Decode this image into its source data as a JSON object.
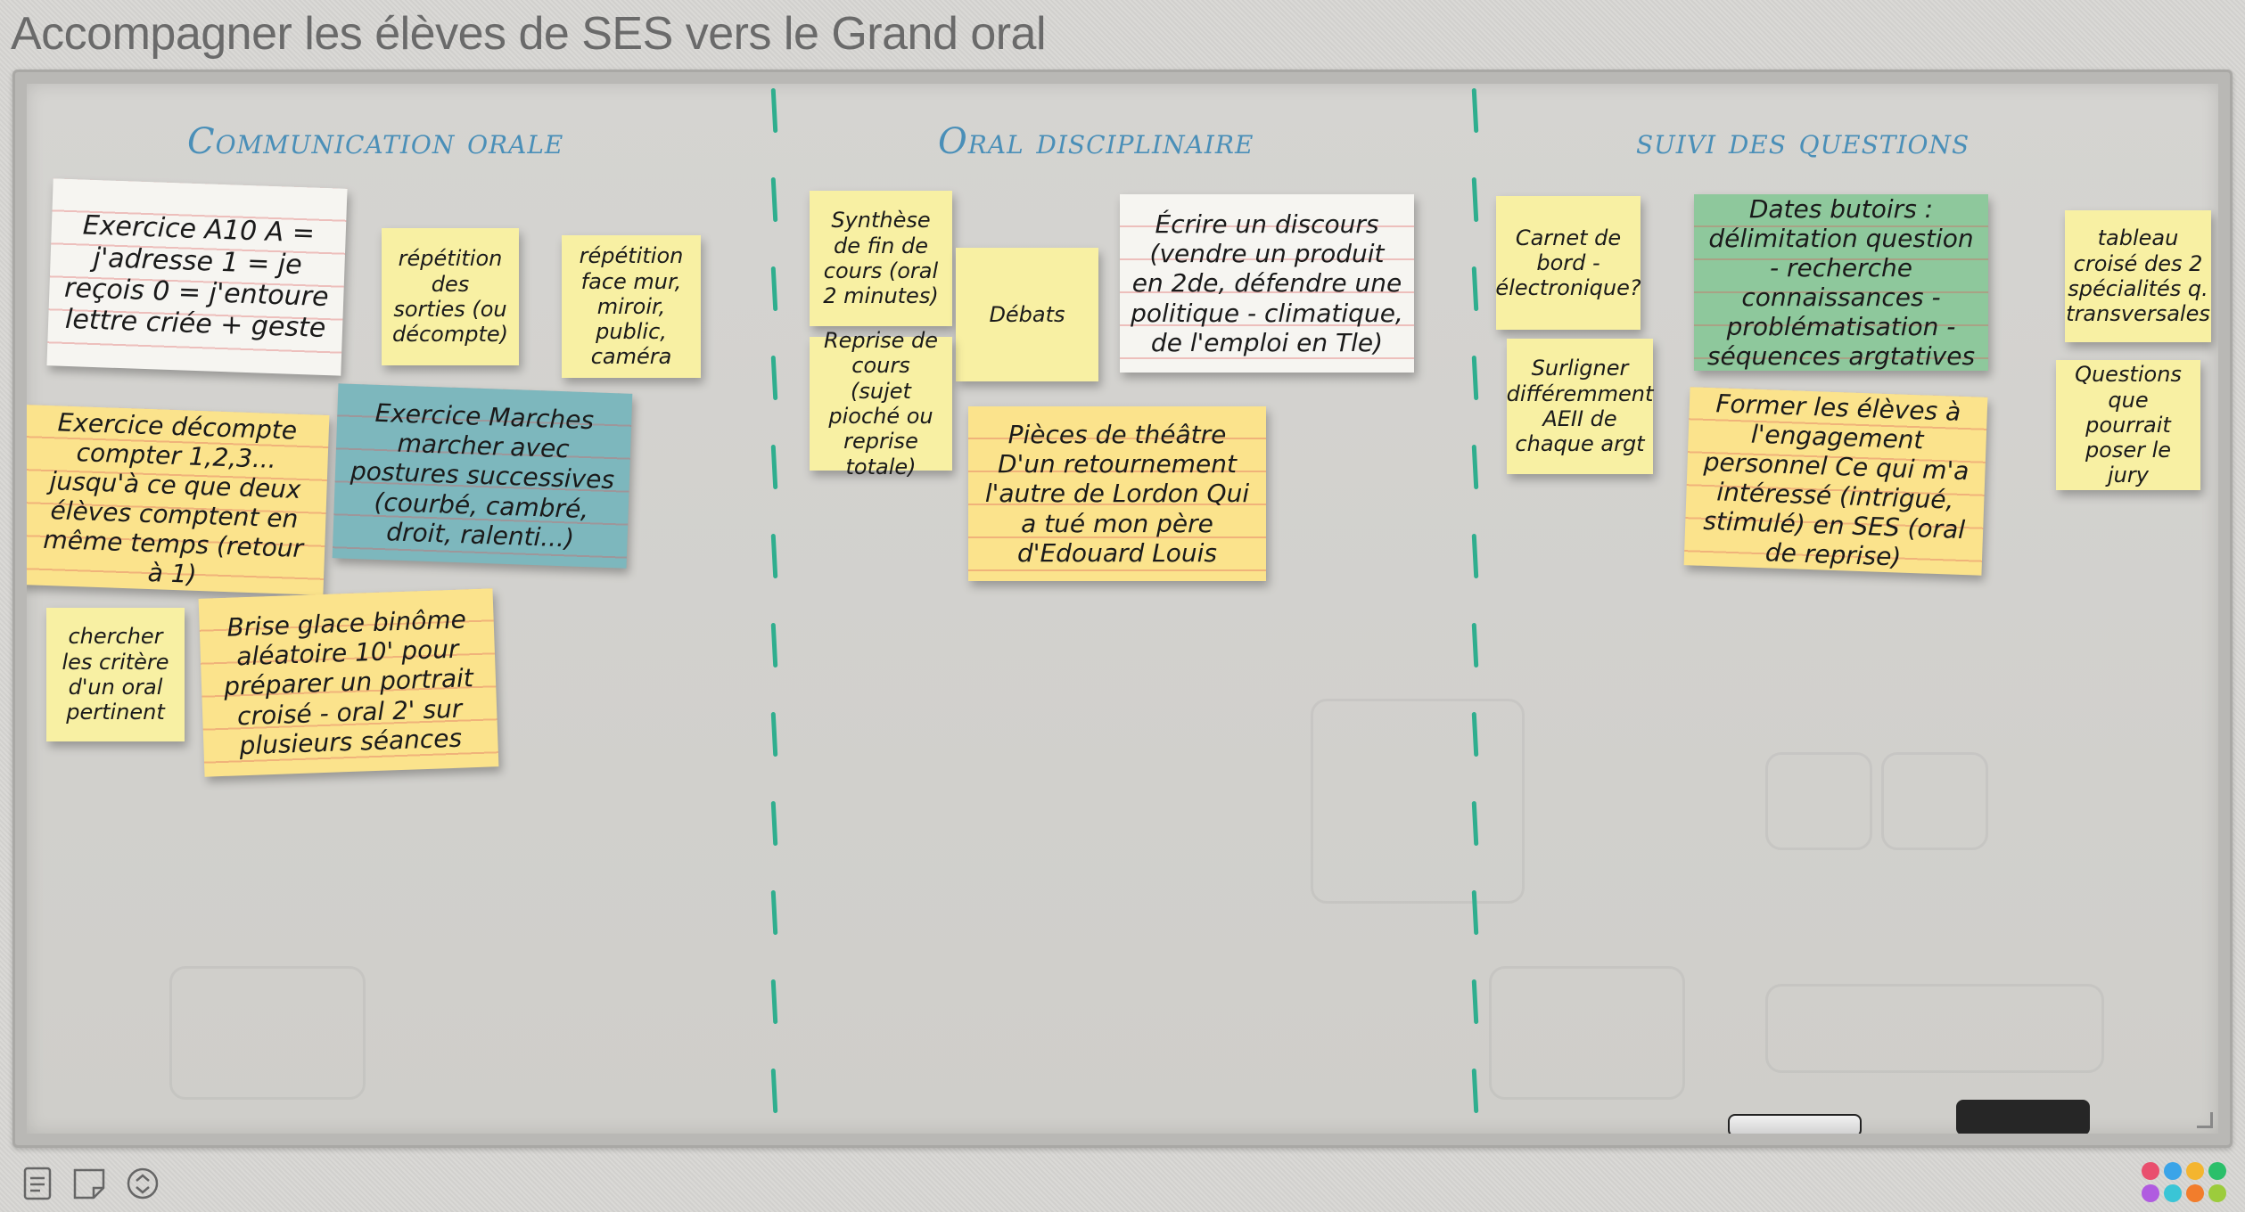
{
  "page": {
    "title": "Accompagner les élèves de SES vers le Grand oral"
  },
  "columns": [
    {
      "title": "Communication orale"
    },
    {
      "title": "Oral disciplinaire"
    },
    {
      "title": "suivi des questions"
    }
  ],
  "notes": {
    "n1": "Exercice A10 A = j'adresse 1 = je reçois 0 = j'entoure lettre criée + geste",
    "n2": "répétition des sorties (ou décompte)",
    "n3": "répétition face mur, miroir, public, caméra",
    "n4": "Exercice décompte compter 1,2,3... jusqu'à ce que deux élèves comptent en même temps (retour à 1)",
    "n5": "Exercice Marches marcher avec postures successives (courbé, cambré, droit, ralenti...)",
    "n6": "chercher les critère d'un oral pertinent",
    "n7": "Brise glace binôme aléatoire 10' pour préparer un portrait croisé - oral 2' sur plusieurs séances",
    "n8": "Synthèse de fin de cours (oral 2 minutes)",
    "n9": "Débats",
    "n10": "Écrire un discours (vendre un produit en 2de, défendre une politique - climatique, de l'emploi en Tle)",
    "n11": "Reprise de cours (sujet pioché ou reprise totale)",
    "n12": "Pièces de théâtre D'un retournement l'autre de Lordon Qui a tué mon père d'Edouard Louis",
    "n13": "Carnet de bord - électronique?",
    "n14": "Dates butoirs : délimitation question - recherche connaissances - problématisation - séquences argtatives",
    "n15": "tableau croisé des 2 spécialités q. transversales",
    "n16": "Surligner différemment AEII de chaque argt",
    "n17": "Former les élèves à l'engagement personnel Ce qui m'a intéressé (intrigué, stimulé) en SES (oral de reprise)",
    "n18": "Questions que pourrait poser le jury"
  },
  "colors": {
    "title_blue": "#4a8fb8",
    "divider_green": "#2fae8e",
    "note_yellow": "#f8f0a3",
    "note_orange_yellow": "#fbe38c",
    "note_white": "#f6f5f1",
    "note_teal": "#7db7bd",
    "note_green": "#8ec89c"
  },
  "toolbar": {
    "icons": [
      "document-icon",
      "sticky-note-icon",
      "collapse-icon"
    ],
    "palette_colors": [
      "#e94f6e",
      "#3aa4e8",
      "#f4b52f",
      "#2bbf6a",
      "#b05be0",
      "#3ac5d6",
      "#f27d2c",
      "#9ccc3c"
    ]
  }
}
